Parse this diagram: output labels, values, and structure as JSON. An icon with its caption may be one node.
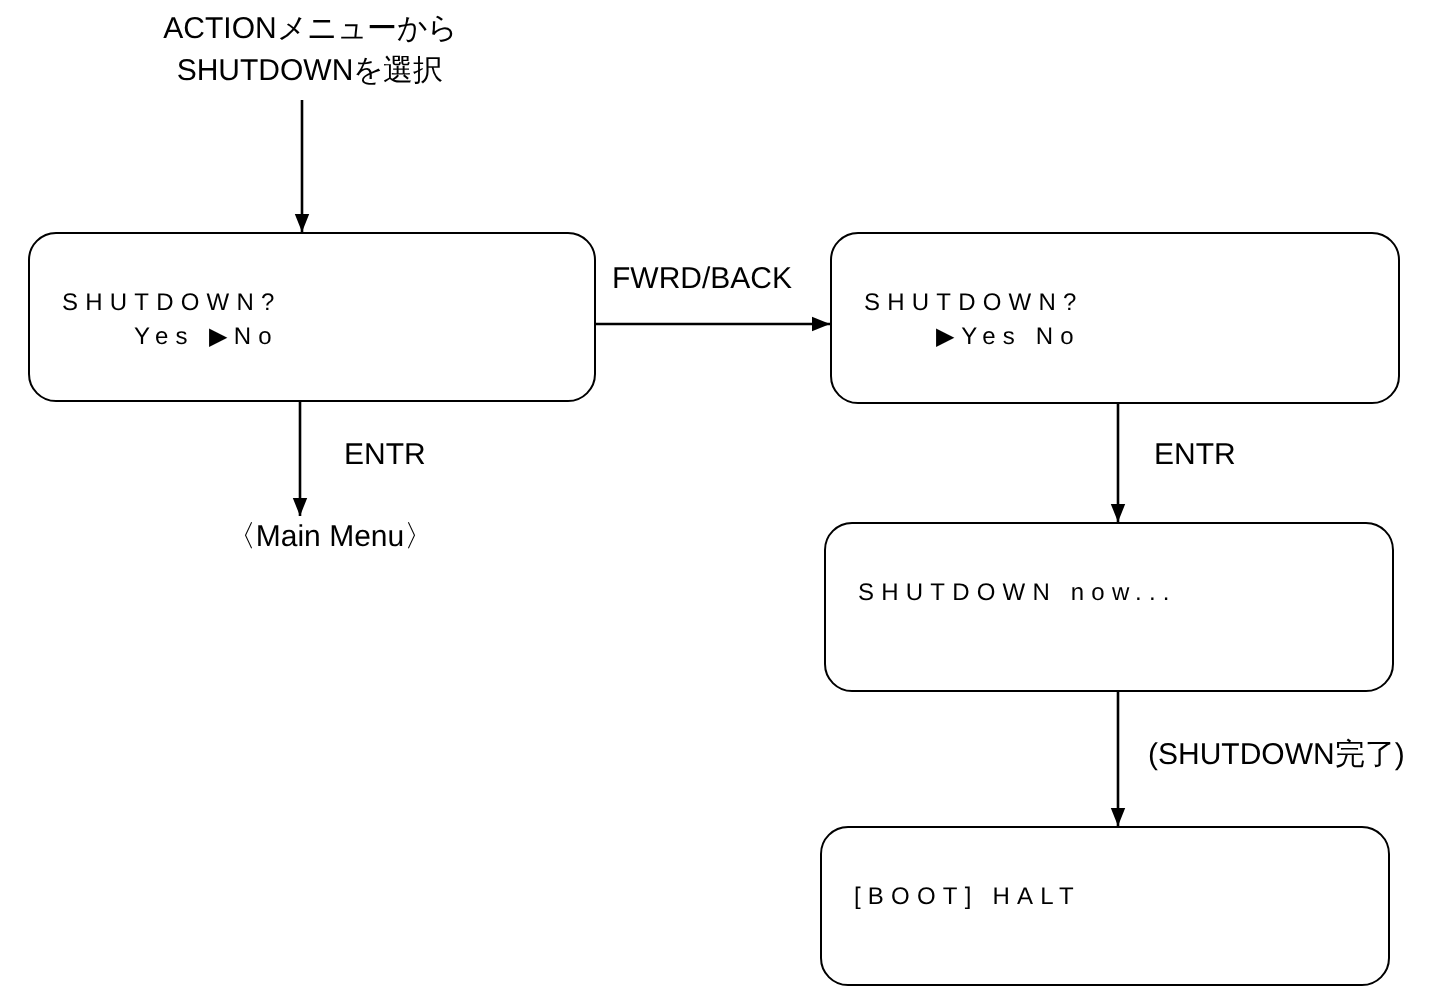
{
  "diagram": {
    "nodes": [
      {
        "text": [
          "ACTIONメニューからSHUTDOWNを選択"
        ]
      },
      {
        "text": [
          "SHUTDOWN?",
          "Yes ▶No"
        ]
      },
      {
        "text": [
          "SHUTDOWN?",
          "▶Yes No"
        ]
      },
      {
        "text": [
          "〈Main Menu〉"
        ]
      },
      {
        "text": [
          "SHUTDOWN now..."
        ]
      },
      {
        "text": [
          "[BOOT] HALT"
        ]
      }
    ],
    "edges": [
      {
        "from": 0,
        "to": 1,
        "arrow": "to"
      },
      {
        "from": 1,
        "to": 2,
        "arrow": "to",
        "label": "FWRD/BACK"
      },
      {
        "from": 1,
        "to": 3,
        "arrow": "to",
        "label": "ENTR"
      },
      {
        "from": 2,
        "to": 4,
        "arrow": "to",
        "label": "ENTR"
      },
      {
        "from": 4,
        "to": 5,
        "arrow": "to",
        "label": "(SHUTDOWN完了)"
      }
    ]
  }
}
